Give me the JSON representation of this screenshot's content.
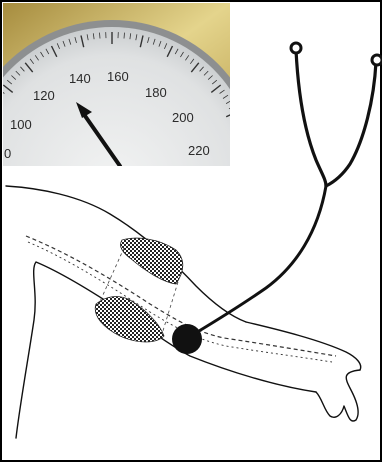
{
  "gauge": {
    "ticks": [
      "0",
      "100",
      "120",
      "140",
      "160",
      "180",
      "200",
      "220"
    ],
    "needle_value": 125
  },
  "colors": {
    "dial_face": "#e4e6e6",
    "bezel_gold": "#c8b46a",
    "ink": "#111111",
    "cuff_hatch": "#222222"
  },
  "icons": {
    "stethoscope": "stethoscope-icon",
    "gauge": "pressure-gauge-icon",
    "cuff": "blood-pressure-cuff-icon",
    "arm": "arm-outline-icon"
  }
}
